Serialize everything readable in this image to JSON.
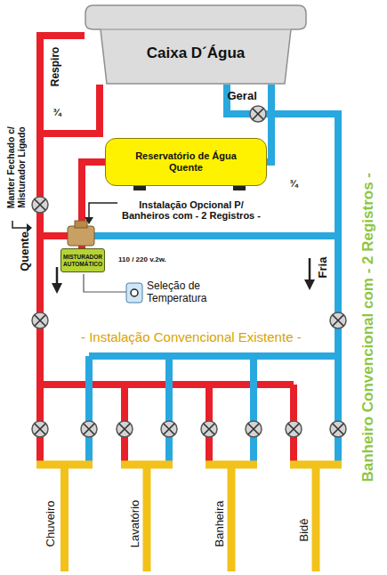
{
  "diagram": {
    "title": "Banheiro Convencional com - 2 Registros -",
    "nodes": [
      {
        "text": [
          "Caixa D´Água"
        ]
      },
      {
        "text": [
          "Reservatório de Água Quente"
        ]
      },
      {
        "text": [
          "MISTURADOR AUTOMÁTICO"
        ]
      }
    ],
    "edges": [
      {
        "from": 0,
        "to": 1,
        "arrow": "none"
      },
      {
        "from": 1,
        "to": 2,
        "arrow": "none"
      }
    ],
    "labels": [
      "Respiro",
      "Geral",
      "¾",
      "Manter Fechado c/ Misturador Ligado",
      "¾",
      "Instalação Opcional P/ Banheiros com - 2 Registros -",
      "Quente",
      "110 / 220 v.2w.",
      "Fria",
      "Seleção de Temperatura",
      "- Instalação Convencional Existente -",
      "Chuveiro",
      "Lavatório",
      "Banheira",
      "Bidê"
    ]
  }
}
